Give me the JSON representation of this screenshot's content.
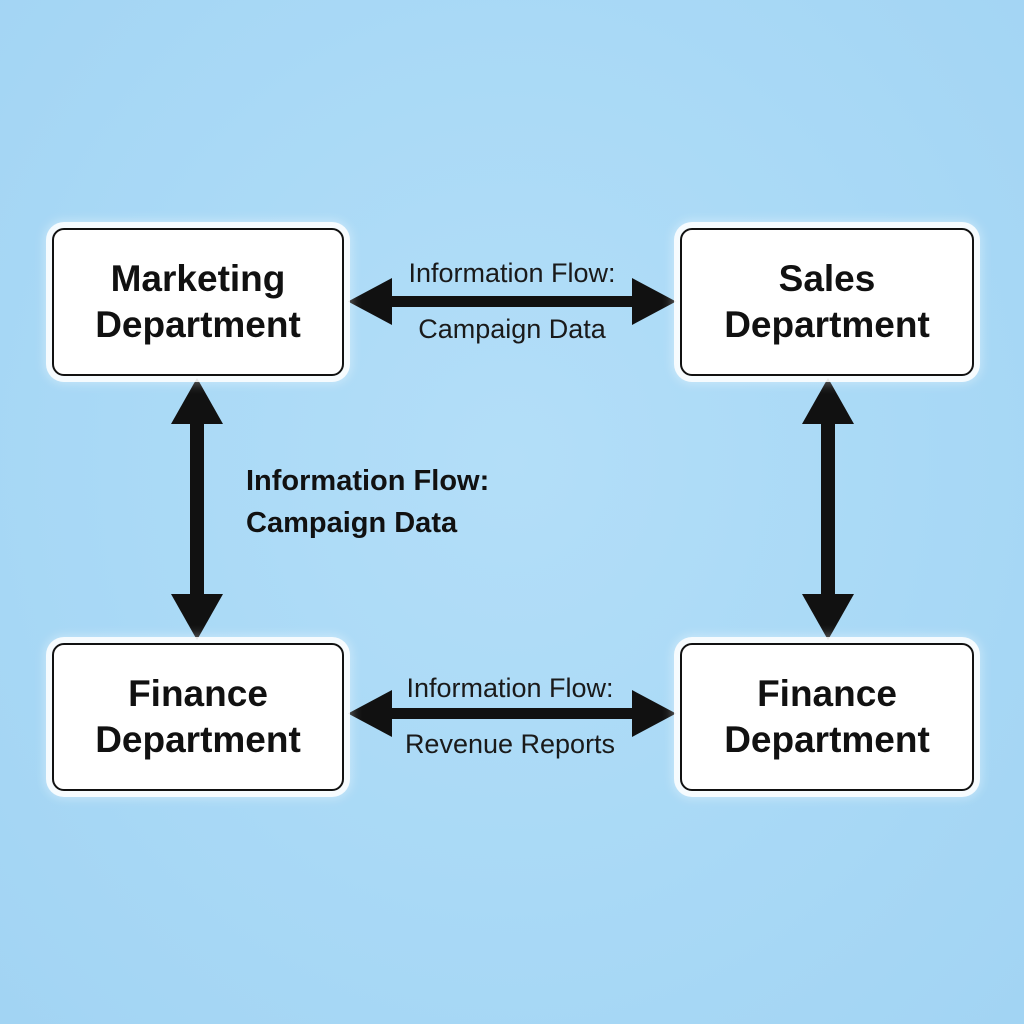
{
  "nodes": {
    "marketing": {
      "line1": "Marketing",
      "line2": "Department"
    },
    "sales": {
      "line1": "Sales",
      "line2": "Department"
    },
    "finance_left": {
      "line1": "Finance",
      "line2": "Department"
    },
    "finance_right": {
      "line1": "Finance",
      "line2": "Department"
    }
  },
  "edges": {
    "top": {
      "line1": "Information Flow:",
      "line2": "Campaign Data"
    },
    "middle": {
      "line1": "Information Flow:",
      "line2": "Campaign Data"
    },
    "bottom": {
      "line1": "Information Flow:",
      "line2": "Revenue Reports"
    }
  },
  "colors": {
    "background": "#a9d9f6",
    "box_fill": "#ffffff",
    "stroke": "#111111"
  }
}
